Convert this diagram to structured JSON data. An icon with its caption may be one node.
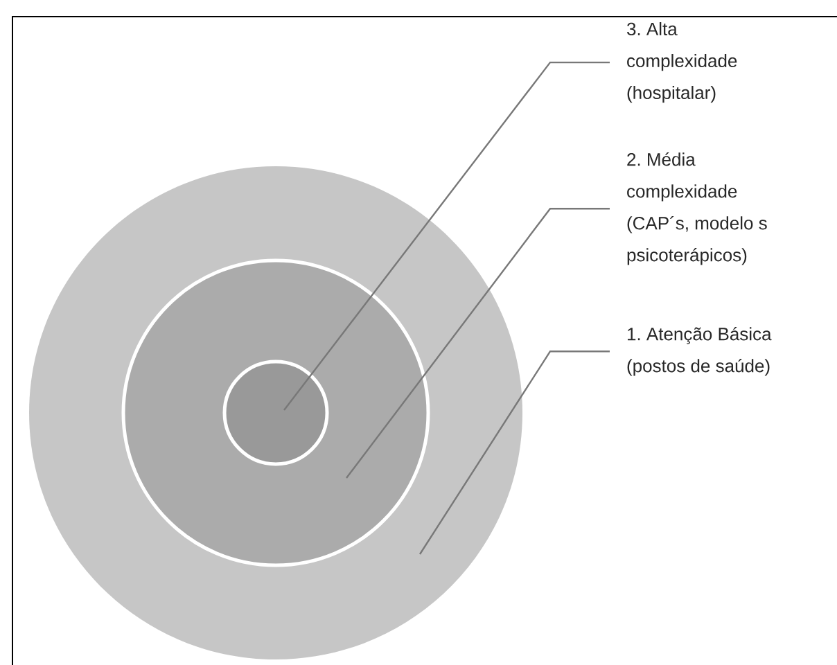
{
  "diagram": {
    "nodes": [
      {
        "text": [],
        "shape": "circle"
      },
      {
        "text": [],
        "shape": "circle",
        "in": 0
      },
      {
        "text": [],
        "shape": "circle",
        "in": 1
      },
      {
        "text": [
          "3. Alta complexidade (hospitalar)"
        ]
      },
      {
        "text": [
          "2. Média complexidade (CAP´s, modelo s psicoterápicos)"
        ]
      },
      {
        "text": [
          "1. Atenção Básica (postos de saúde)"
        ]
      }
    ],
    "edges": [
      {
        "from": 3,
        "to": 2,
        "arrow": "none"
      },
      {
        "from": 4,
        "to": 1,
        "arrow": "none"
      },
      {
        "from": 5,
        "to": 0,
        "arrow": "none"
      }
    ]
  }
}
